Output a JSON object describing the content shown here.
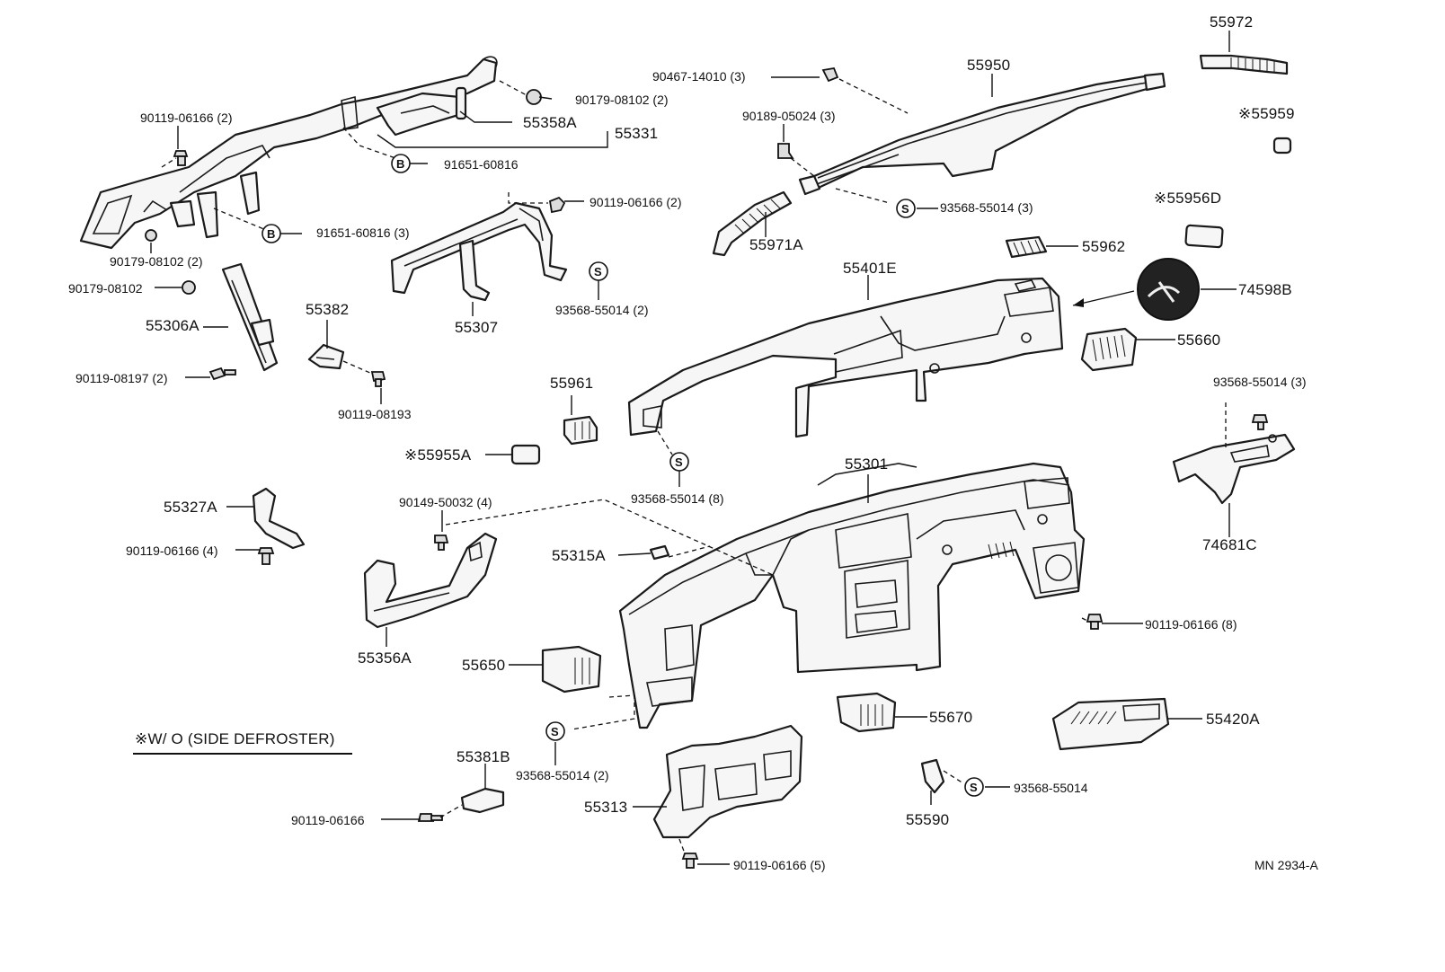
{
  "diagram": {
    "part_numbers": {
      "p55972": "55972",
      "p55950": "55950",
      "p90467": "90467-14010 (3)",
      "p90189": "90189-05024 (3)",
      "p55959": "※55959",
      "p93568a": "93568-55014 (3)",
      "p55956d": "※55956D",
      "p55971a": "55971A",
      "p55962": "55962",
      "p55401e": "55401E",
      "p74598b": "74598B",
      "p55660": "55660",
      "p90119a": "90119-06166 (2)",
      "p90179a": "90179-08102 (2)",
      "p55358a": "55358A",
      "p55331": "55331",
      "p91651a": "91651-60816",
      "p91651b": "91651-60816 (3)",
      "p90179b": "90179-08102 (2)",
      "p90119b": "90119-06166 (2)",
      "p90179c": "90179-08102",
      "p55306a": "55306A",
      "p90119c": "90119-08197 (2)",
      "p55382": "55382",
      "p90119d": "90119-08193",
      "p55307": "55307",
      "p93568b": "93568-55014 (2)",
      "p55961": "55961",
      "p55955a": "※55955A",
      "p93568c": "93568-55014 (8)",
      "p93568d": "93568-55014 (3)",
      "p55301": "55301",
      "p74681c": "74681C",
      "p55327a": "55327A",
      "p90119e": "90119-06166 (4)",
      "p90149": "90149-50032 (4)",
      "p55315a": "55315A",
      "p55356a": "55356A",
      "p55650": "55650",
      "p90119f": "90119-06166 (8)",
      "p55670": "55670",
      "p55420a": "55420A",
      "p93568e": "93568-55014 (2)",
      "p55381b": "55381B",
      "p90119g": "90119-06166",
      "p55313": "55313",
      "p55590": "55590",
      "p93568f": "93568-55014",
      "p90119h": "90119-06166 (5)"
    },
    "circle_letters": {
      "b": "B",
      "s": "S"
    },
    "footnote": "※W/ O (SIDE  DEFROSTER)",
    "reference": "MN  2934-A"
  }
}
